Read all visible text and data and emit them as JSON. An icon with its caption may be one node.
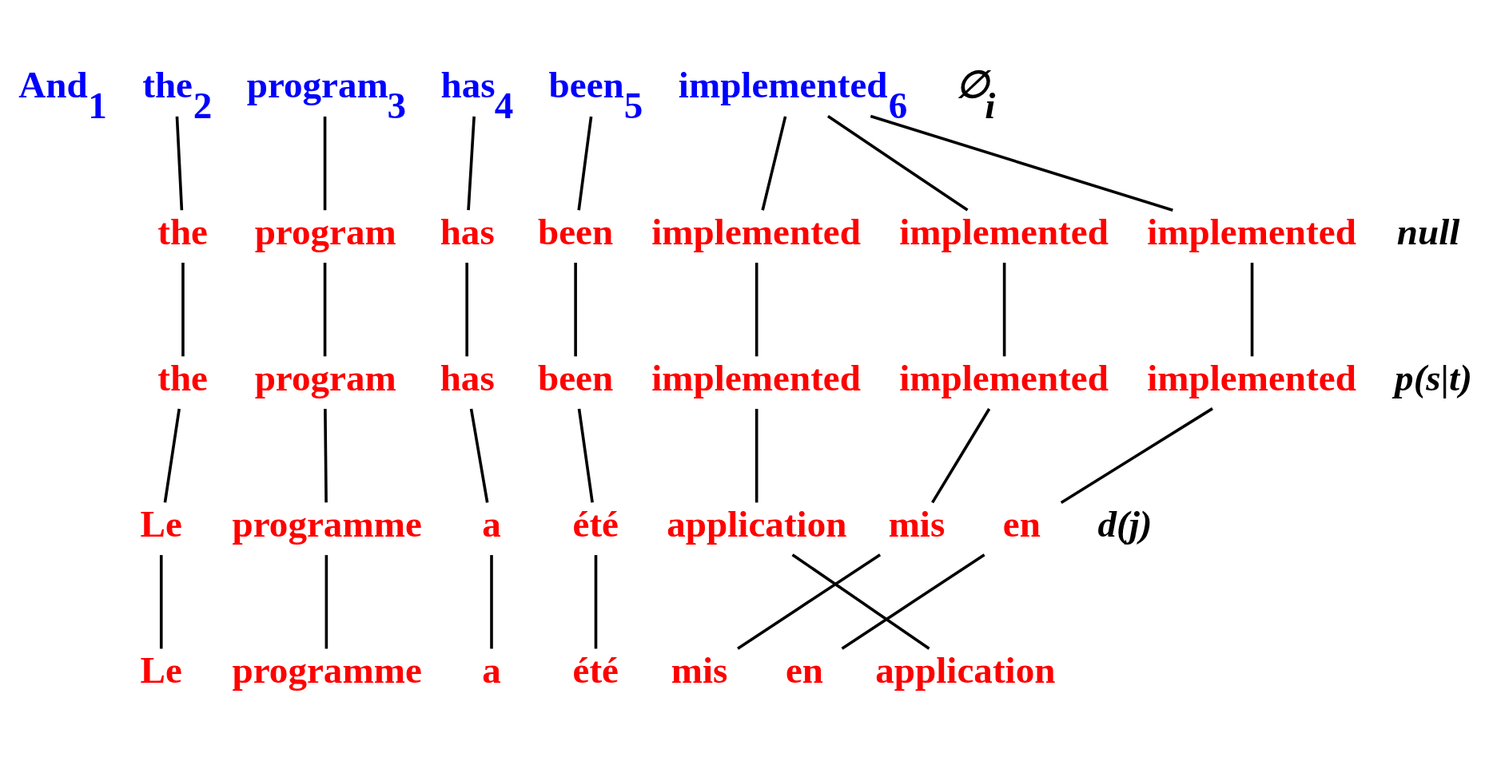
{
  "diagram": {
    "nodes": [
      {
        "text": [
          "And$_{1}$"
        ]
      },
      {
        "text": [
          "the$_{2}$"
        ]
      },
      {
        "text": [
          "program$_{3}$"
        ]
      },
      {
        "text": [
          "has$_{4}$"
        ]
      },
      {
        "text": [
          "been$_{5}$"
        ]
      },
      {
        "text": [
          "implemented$_{6}$"
        ]
      },
      {
        "text": [
          "the"
        ]
      },
      {
        "text": [
          "program"
        ]
      },
      {
        "text": [
          "has"
        ]
      },
      {
        "text": [
          "been"
        ]
      },
      {
        "text": [
          "implemented"
        ]
      },
      {
        "text": [
          "implemented"
        ]
      },
      {
        "text": [
          "implemented"
        ]
      },
      {
        "text": [
          "the"
        ]
      },
      {
        "text": [
          "program"
        ]
      },
      {
        "text": [
          "has"
        ]
      },
      {
        "text": [
          "been"
        ]
      },
      {
        "text": [
          "implemented"
        ]
      },
      {
        "text": [
          "implemented"
        ]
      },
      {
        "text": [
          "implemented"
        ]
      },
      {
        "text": [
          "Le"
        ]
      },
      {
        "text": [
          "programme"
        ]
      },
      {
        "text": [
          "a"
        ]
      },
      {
        "text": [
          "été"
        ]
      },
      {
        "text": [
          "application"
        ]
      },
      {
        "text": [
          "mis"
        ]
      },
      {
        "text": [
          "en"
        ]
      },
      {
        "text": [
          "Le"
        ]
      },
      {
        "text": [
          "programme"
        ]
      },
      {
        "text": [
          "a"
        ]
      },
      {
        "text": [
          "été"
        ]
      },
      {
        "text": [
          "mis"
        ]
      },
      {
        "text": [
          "en"
        ]
      },
      {
        "text": [
          "application"
        ]
      }
    ],
    "edges": [
      {
        "from": 1,
        "to": 6,
        "arrow": "none"
      },
      {
        "from": 2,
        "to": 7,
        "arrow": "none"
      },
      {
        "from": 3,
        "to": 8,
        "arrow": "none"
      },
      {
        "from": 4,
        "to": 9,
        "arrow": "none"
      },
      {
        "from": 5,
        "to": 10,
        "arrow": "none"
      },
      {
        "from": 5,
        "to": 11,
        "arrow": "none"
      },
      {
        "from": 5,
        "to": 12,
        "arrow": "none"
      },
      {
        "from": 6,
        "to": 13,
        "arrow": "none"
      },
      {
        "from": 7,
        "to": 14,
        "arrow": "none"
      },
      {
        "from": 8,
        "to": 15,
        "arrow": "none"
      },
      {
        "from": 9,
        "to": 16,
        "arrow": "none"
      },
      {
        "from": 10,
        "to": 17,
        "arrow": "none"
      },
      {
        "from": 11,
        "to": 18,
        "arrow": "none"
      },
      {
        "from": 12,
        "to": 19,
        "arrow": "none"
      },
      {
        "from": 13,
        "to": 20,
        "arrow": "none"
      },
      {
        "from": 14,
        "to": 21,
        "arrow": "none"
      },
      {
        "from": 15,
        "to": 22,
        "arrow": "none"
      },
      {
        "from": 16,
        "to": 23,
        "arrow": "none"
      },
      {
        "from": 17,
        "to": 24,
        "arrow": "none"
      },
      {
        "from": 18,
        "to": 25,
        "arrow": "none"
      },
      {
        "from": 19,
        "to": 26,
        "arrow": "none"
      },
      {
        "from": 20,
        "to": 27,
        "arrow": "none"
      },
      {
        "from": 21,
        "to": 28,
        "arrow": "none"
      },
      {
        "from": 22,
        "to": 29,
        "arrow": "none"
      },
      {
        "from": 23,
        "to": 30,
        "arrow": "none"
      },
      {
        "from": 24,
        "to": 33,
        "arrow": "none"
      },
      {
        "from": 25,
        "to": 31,
        "arrow": "none"
      },
      {
        "from": 26,
        "to": 32,
        "arrow": "none"
      }
    ],
    "labels": [
      "∅$_{i}$",
      "null",
      "p(s|t)",
      "d(j)"
    ]
  }
}
